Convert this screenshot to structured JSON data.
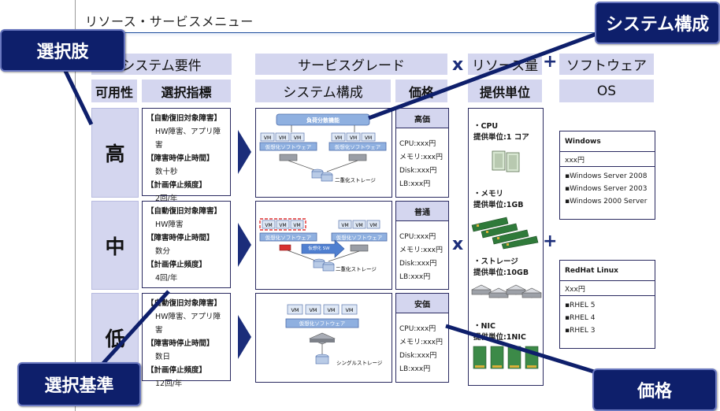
{
  "slide": {
    "title": "リソース・サービスメニュー"
  },
  "headers": {
    "requirements": "システム要件",
    "service_grade": "サービスグレード",
    "resource_amount": "リソース量",
    "software": "ソフトウェア",
    "availability": "可用性",
    "selection_index": "選択指標",
    "system_config": "システム構成",
    "price": "価格",
    "unit": "提供単位",
    "os": "OS"
  },
  "operators": {
    "times_1": "x",
    "plus_1": "+",
    "times_2": "x",
    "plus_2": "+"
  },
  "rows": [
    {
      "level": "高",
      "criteria": [
        {
          "h": "【自動復旧対象障害】",
          "v": "HW障害、アプリ障害"
        },
        {
          "h": "【障害時停止時間】",
          "v": "数十秒"
        },
        {
          "h": "【計画停止頻度】",
          "v": "2回/年"
        }
      ],
      "diagram": {
        "top": "負荷分散機能",
        "vm": "VM",
        "vsw": "仮想化ソフトウェア",
        "storage": "二重化ストレージ"
      },
      "price": {
        "grade": "高価",
        "lines": [
          "CPU:xxx円",
          "メモリ:xxx円",
          "Disk:xxx円",
          "LB:xxx円"
        ]
      }
    },
    {
      "level": "中",
      "criteria": [
        {
          "h": "【自動復旧対象障害】",
          "v": "HW障害"
        },
        {
          "h": "【障害時停止時間】",
          "v": "数分"
        },
        {
          "h": "【計画停止頻度】",
          "v": "4回/年"
        }
      ],
      "diagram": {
        "vm": "VM",
        "vsw": "仮想化ソフトウェア",
        "move": "仮想化 SW",
        "storage": "二重化ストレージ"
      },
      "price": {
        "grade": "普通",
        "lines": [
          "CPU:xxx円",
          "メモリ:xxx円",
          "Disk:xxx円",
          "LB:xxx円"
        ]
      }
    },
    {
      "level": "低",
      "criteria": [
        {
          "h": "【自動復旧対象障害】",
          "v": "HW障害、アプリ障害"
        },
        {
          "h": "【障害時停止時間】",
          "v": "数日"
        },
        {
          "h": "【計画停止頻度】",
          "v": "12回/年"
        }
      ],
      "diagram": {
        "vm": "VM",
        "vsw": "仮想化ソフトウェア",
        "storage": "シングルストレージ"
      },
      "price": {
        "grade": "安価",
        "lines": [
          "CPU:xxx円",
          "メモリ:xxx円",
          "Disk:xxx円",
          "LB:xxx円"
        ]
      }
    }
  ],
  "resources": [
    {
      "name": "・CPU",
      "unit": "提供単位:1 コア"
    },
    {
      "name": "・メモリ",
      "unit": "提供単位:1GB"
    },
    {
      "name": "・ストレージ",
      "unit": "提供単位:10GB"
    },
    {
      "name": "・NIC",
      "unit": "提供単位:1NIC"
    }
  ],
  "os_cards": [
    {
      "title": "Windows",
      "price": "xxx円",
      "items": [
        "Windows Server 2008",
        "Windows Server 2003",
        "Windows 2000 Server"
      ]
    },
    {
      "title": "RedHat Linux",
      "price": "Xxx円",
      "items": [
        "RHEL 5",
        "RHEL 4",
        "RHEL 3"
      ]
    }
  ],
  "callouts": {
    "choices": "選択肢",
    "system_config": "システム構成",
    "criteria": "選択基準",
    "price": "価格"
  },
  "colors": {
    "header_fill": "#d4d6ef",
    "navy": "#0e1f6b",
    "arrow": "#1b2d7a",
    "title_line": "#1f4e9e"
  }
}
